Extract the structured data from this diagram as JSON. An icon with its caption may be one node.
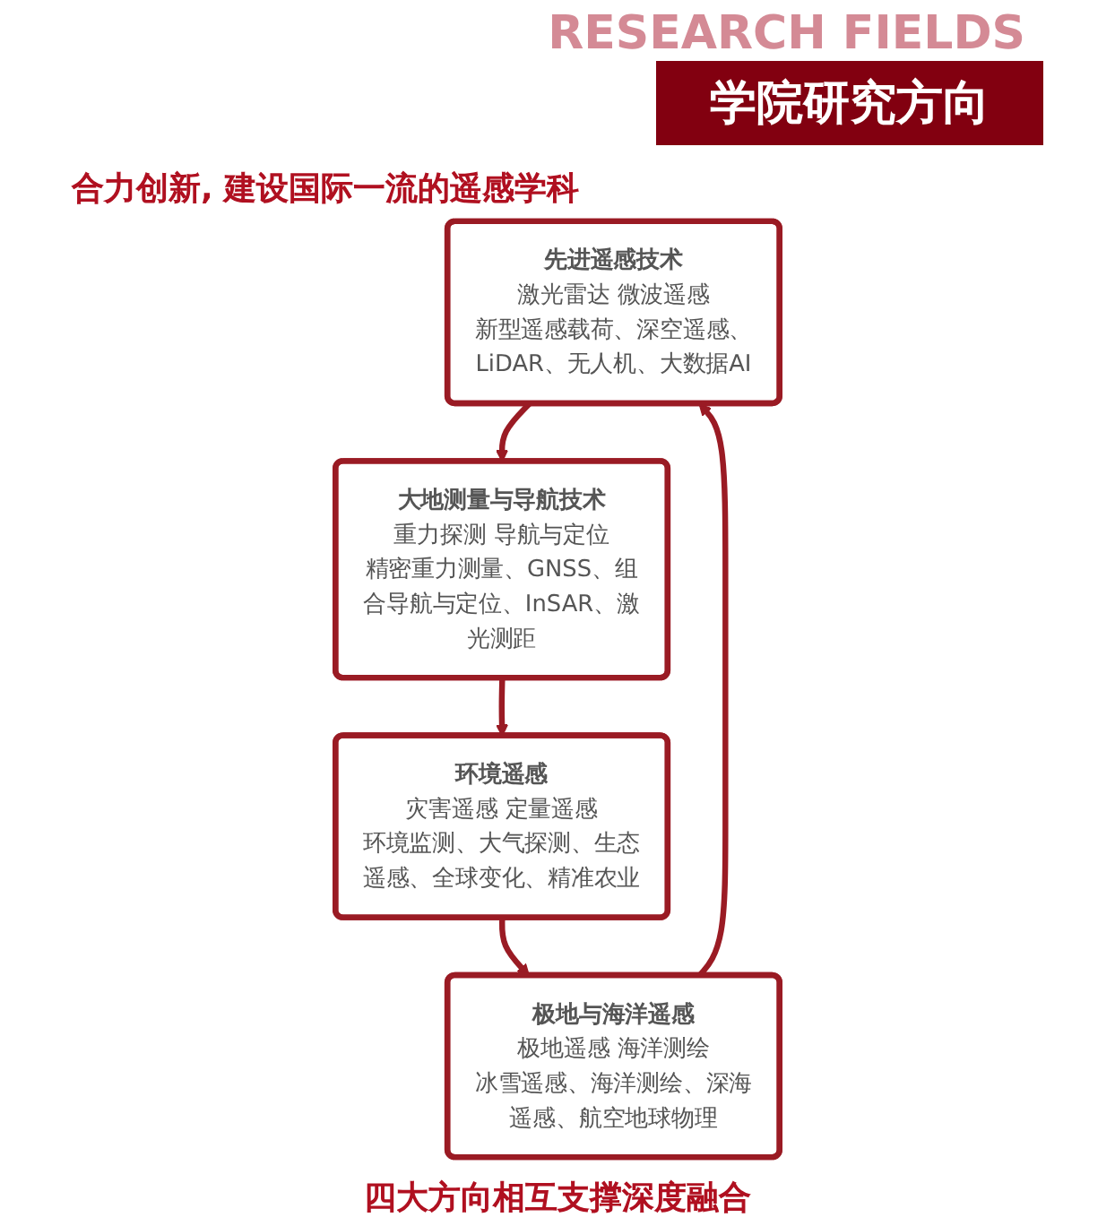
{
  "diagram": {
    "title": "学院研究方向",
    "nodes": [
      {
        "text": [
          "先进遥感技术",
          "激光雷达 微波遥感",
          "新型遥感载荷、深空遥感、LiDAR、无人机、大数据AI"
        ]
      },
      {
        "text": [
          "大地测量与导航技术",
          "重力探测 导航与定位",
          "精密重力测量、GNSS、组合导航与定位、InSAR、激光测距"
        ]
      },
      {
        "text": [
          "环境遥感",
          "灾害遥感 定量遥感",
          "环境监测、大气探测、生态遥感、全球变化、精准农业"
        ]
      },
      {
        "text": [
          "极地与海洋遥感",
          "极地遥感 海洋测绘",
          "冰雪遥感、海洋测绘、深海遥感、航空地球物理"
        ]
      }
    ],
    "edges": [
      {
        "from": 0,
        "to": 1,
        "arrow": "to"
      },
      {
        "from": 1,
        "to": 2,
        "arrow": "to"
      },
      {
        "from": 2,
        "to": 3,
        "arrow": "to"
      },
      {
        "from": 3,
        "to": 0,
        "arrow": "to"
      }
    ],
    "labels": [
      "RESEARCH FIELDS",
      "合力创新, 建设国际一流的遥感学科",
      "四大方向相互支撑深度融合"
    ]
  }
}
